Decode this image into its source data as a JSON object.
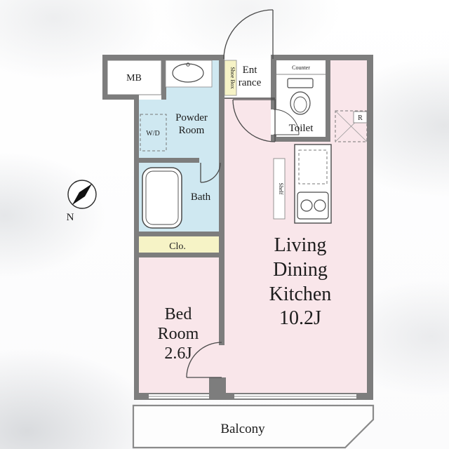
{
  "colors": {
    "wall": "#7d7d7d",
    "room_pink": "#f9e6ea",
    "wet_area_blue": "#cfe8f1",
    "storage_yellow": "#f6f3c6",
    "outline": "#4a4a4a"
  },
  "compass": {
    "north_label": "N"
  },
  "rooms": {
    "mb": {
      "label": "MB"
    },
    "powder_room": {
      "lines": [
        "Powder",
        "Room"
      ]
    },
    "washer_dryer": {
      "label": "W/D"
    },
    "shoe_box": {
      "label": "Shoe Box"
    },
    "entrance": {
      "lines": [
        "Ent",
        "rance"
      ]
    },
    "counter": {
      "label": "Counter"
    },
    "toilet": {
      "label": "Toilet"
    },
    "refrigerator": {
      "label": "R"
    },
    "shelf": {
      "label": "Shelf"
    },
    "bath": {
      "label": "Bath"
    },
    "closet": {
      "label": "Clo."
    },
    "bedroom": {
      "lines": [
        "Bed",
        "Room",
        "2.6J"
      ]
    },
    "ldk": {
      "lines": [
        "Living",
        "Dining",
        "Kitchen",
        "10.2J"
      ]
    },
    "balcony": {
      "label": "Balcony"
    }
  }
}
